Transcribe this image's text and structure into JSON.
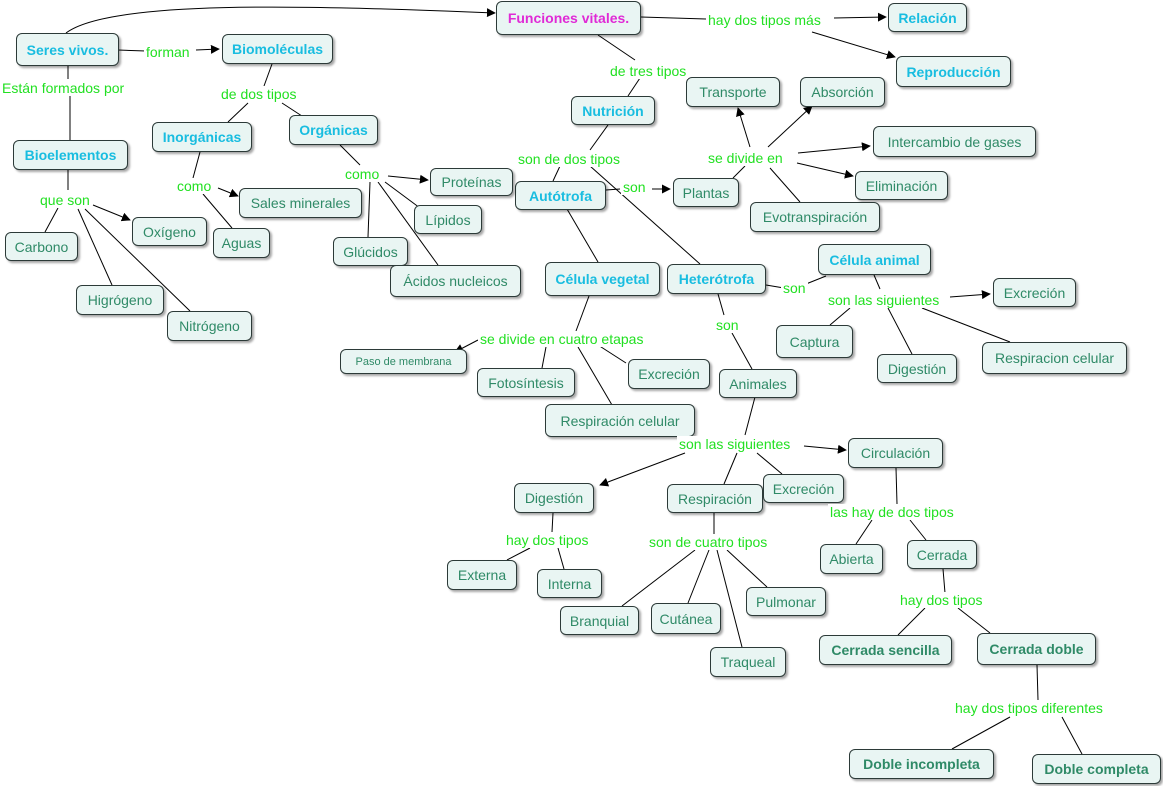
{
  "nodes": {
    "seres": "Seres vivos.",
    "biomol": "Biomoléculas",
    "funciones": "Funciones vitales.",
    "relacion": "Relación",
    "reproduccion": "Reproducción",
    "bioelementos": "Bioelementos",
    "inorganicas": "Inorgánicas",
    "organicas": "Orgánicas",
    "nutricion": "Nutrición",
    "transporte": "Transporte",
    "absorcion": "Absorción",
    "intercambio": "Intercambio de gases",
    "eliminacion": "Eliminación",
    "evotranspiracion": "Evotranspiración",
    "plantas": "Plantas",
    "autotrofa": "Autótrofa",
    "proteinas": "Proteínas",
    "lipidos": "Lípidos",
    "sales": "Sales minerales",
    "aguas": "Aguas",
    "glucidos": "Glúcidos",
    "acidos": "Ácidos nucleicos",
    "oxigeno": "Oxígeno",
    "carbono": "Carbono",
    "higrogeno": "Higrógeno",
    "nitrogeno": "Nitrógeno",
    "celula_vegetal": "Célula vegetal",
    "heterotrofa": "Heterótrofa",
    "celula_animal": "Célula animal",
    "excrecion_a": "Excreción",
    "captura": "Captura",
    "digestion_a": "Digestión",
    "resp_celular_a": "Respiracion celular",
    "paso_membrana": "Paso de membrana",
    "fotosintesis": "Fotosíntesis",
    "excrecion_v": "Excreción",
    "resp_celular_v": "Respiración celular",
    "animales": "Animales",
    "circulacion": "Circulación",
    "digestion": "Digestión",
    "respiracion": "Respiración",
    "excrecion": "Excreción",
    "externa": "Externa",
    "interna": "Interna",
    "branquial": "Branquial",
    "cutanea": "Cutánea",
    "pulmonar": "Pulmonar",
    "traqueal": "Traqueal",
    "abierta": "Abierta",
    "cerrada": "Cerrada",
    "cerrada_sencilla": "Cerrada sencilla",
    "cerrada_doble": "Cerrada doble",
    "doble_incompleta": "Doble incompleta",
    "doble_completa": "Doble completa"
  },
  "labels": {
    "forman": "forman",
    "estan_formados": "Están formados por",
    "de_dos_tipos": "de dos tipos",
    "hay_dos_tipos_mas": "hay dos tipos más",
    "de_tres_tipos": "de tres tipos",
    "que_son": "que son",
    "como_1": "como",
    "como_2": "como",
    "son_de_dos_tipos": "son de dos tipos",
    "son_plantas": "son",
    "se_divide_en": "se divide en",
    "son_animal": "son",
    "son_las_siguientes_1": "son las siguientes",
    "se_divide_cuatro": "se divide en cuatro etapas",
    "son_animales": "son",
    "son_las_siguientes_2": "son las siguientes",
    "hay_dos_tipos_dig": "hay dos tipos",
    "son_cuatro_tipos": "son de cuatro tipos",
    "las_hay_dos_tipos": "las hay de dos tipos",
    "hay_dos_tipos_cer": "hay dos tipos",
    "hay_dos_tipos_dif": "hay dos tipos diferentes"
  },
  "colors": {
    "node_fill": "#e9f5f3",
    "node_text": "#2f8a67",
    "concept_text": "#19bde0",
    "root_text": "#e02ad6",
    "link_text": "#22e022",
    "line": "#000000"
  }
}
